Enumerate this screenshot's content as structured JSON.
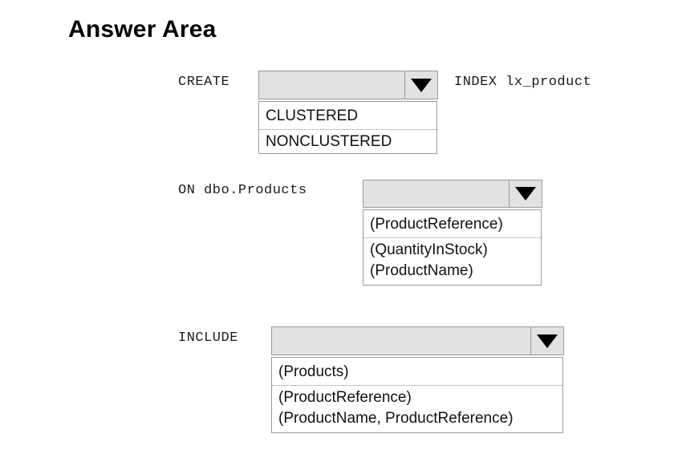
{
  "page": {
    "title": "Answer Area",
    "background": "#ffffff",
    "combo_fill": "#e2e2e2",
    "combo_border": "#9a9a9a",
    "list_fill": "#ffffff",
    "text_color": "#000000"
  },
  "rows": [
    {
      "id": "create",
      "label": "CREATE",
      "trailing": "INDEX lx_product",
      "combo": {
        "name": "index-type-dropdown",
        "value": "",
        "placeholder": "",
        "arrow_icon": "chevron-down-icon",
        "options": [
          "CLUSTERED",
          "NONCLUSTERED"
        ]
      }
    },
    {
      "id": "on",
      "label": "ON dbo.Products",
      "trailing": "",
      "combo": {
        "name": "index-columns-dropdown",
        "value": "",
        "placeholder": "",
        "arrow_icon": "chevron-down-icon",
        "options": [
          "(ProductReference)",
          "(QuantityInStock)",
          "(ProductName)"
        ]
      }
    },
    {
      "id": "include",
      "label": "INCLUDE",
      "trailing": "",
      "combo": {
        "name": "include-columns-dropdown",
        "value": "",
        "placeholder": "",
        "arrow_icon": "chevron-down-icon",
        "options": [
          "(Products)",
          "(ProductReference)",
          "(ProductName, ProductReference)"
        ]
      }
    }
  ]
}
